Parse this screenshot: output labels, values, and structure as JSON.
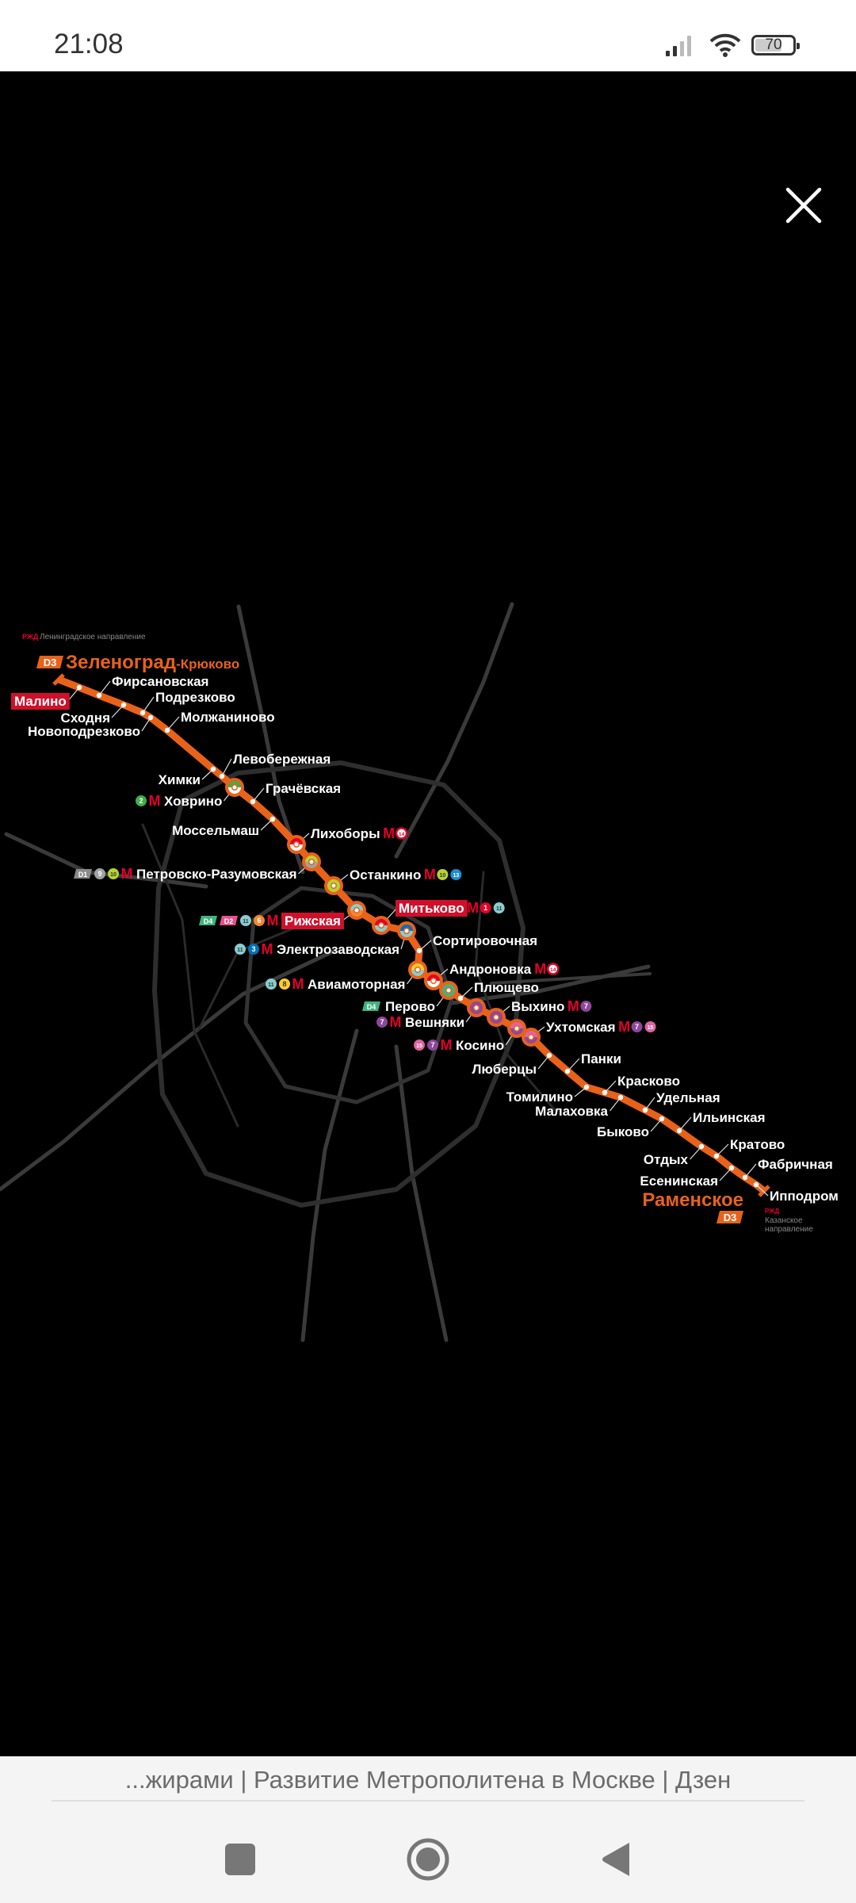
{
  "status_bar": {
    "time": "21:08",
    "battery": "70",
    "icons": [
      "signal-icon",
      "wifi-icon",
      "battery-icon"
    ]
  },
  "viewer": {
    "close_icon": "close-icon"
  },
  "map": {
    "line_color": "#e8621a",
    "line_badge": "D3",
    "north_terminus": {
      "main": "Зеленоград",
      "suffix": "-Крюково"
    },
    "south_terminus": "Раменское",
    "north_direction": "Ленинградское направление",
    "south_direction": [
      "Казанское",
      "направление"
    ],
    "rzd_logo": "РЖД",
    "stations": [
      {
        "name": "Малино",
        "highlight": true
      },
      {
        "name": "Фирсановская"
      },
      {
        "name": "Сходня"
      },
      {
        "name": "Подрезково"
      },
      {
        "name": "Новоподрезково"
      },
      {
        "name": "Молжаниново"
      },
      {
        "name": "Химки"
      },
      {
        "name": "Левобережная"
      },
      {
        "name": "Ховрино",
        "transfers": [
          "2",
          "M"
        ],
        "ring": [
          "#3fae49",
          "#ffffff"
        ]
      },
      {
        "name": "Грачёвская"
      },
      {
        "name": "Моссельмаш"
      },
      {
        "name": "Лихоборы",
        "transfers": [
          "M",
          "14"
        ],
        "ring": [
          "#e4002b",
          "#ffffff"
        ]
      },
      {
        "name": "Петровско-Разумовская",
        "transfers": [
          "D1",
          "9",
          "10",
          "M"
        ],
        "ring": [
          "#b5d334",
          "#a1a2a3"
        ]
      },
      {
        "name": "Останкино",
        "transfers": [
          "M",
          "10",
          "13"
        ],
        "ring": [
          "#b5d334",
          "#b5d334"
        ]
      },
      {
        "name": "Рижская",
        "highlight": true,
        "transfers": [
          "D4",
          "D2",
          "11",
          "6",
          "M"
        ],
        "ring": [
          "#88cdcf",
          "#f58631"
        ]
      },
      {
        "name": "Митьково",
        "highlight": true,
        "transfers": [
          "M",
          "1",
          "11"
        ],
        "ring": [
          "#e4002b",
          "#88cdcf"
        ]
      },
      {
        "name": "Электрозаводская",
        "transfers": [
          "11",
          "3",
          "M"
        ],
        "ring": [
          "#0072ba",
          "#88cdcf"
        ]
      },
      {
        "name": "Сортировочная"
      },
      {
        "name": "Авиамоторная",
        "transfers": [
          "11",
          "8",
          "M"
        ],
        "ring": [
          "#ffcb31",
          "#88cdcf"
        ]
      },
      {
        "name": "Андроновка",
        "transfers": [
          "M",
          "14"
        ],
        "ring": [
          "#e4002b",
          "#ffffff"
        ]
      },
      {
        "name": "Перово",
        "transfers": [
          "D4"
        ],
        "ring": [
          "#41b47d",
          "#41b47d"
        ]
      },
      {
        "name": "Плющево"
      },
      {
        "name": "Вешняки",
        "transfers": [
          "7",
          "M"
        ],
        "ring": [
          "#8e479c",
          "#8e479c"
        ]
      },
      {
        "name": "Выхино",
        "transfers": [
          "M",
          "7"
        ],
        "ring": [
          "#8e479c",
          "#8e479c"
        ]
      },
      {
        "name": "Косино",
        "transfers": [
          "15",
          "7",
          "M"
        ],
        "ring": [
          "#de64a1",
          "#8e479c"
        ]
      },
      {
        "name": "Ухтомская",
        "transfers": [
          "M",
          "7",
          "15"
        ],
        "ring": [
          "#de64a1",
          "#8e479c"
        ]
      },
      {
        "name": "Люберцы"
      },
      {
        "name": "Панки"
      },
      {
        "name": "Томилино"
      },
      {
        "name": "Красково"
      },
      {
        "name": "Малаховка"
      },
      {
        "name": "Удельная"
      },
      {
        "name": "Быково"
      },
      {
        "name": "Ильинская"
      },
      {
        "name": "Отдых"
      },
      {
        "name": "Кратово"
      },
      {
        "name": "Есенинская"
      },
      {
        "name": "Фабричная"
      },
      {
        "name": "Ипподром"
      }
    ],
    "badge_colors": {
      "1": "#e4002b",
      "2": "#3fae49",
      "3": "#0072ba",
      "6": "#f58631",
      "7": "#8e479c",
      "8": "#ffcb31",
      "9": "#a1a2a3",
      "10": "#b5d334",
      "11": "#88cdcf",
      "13": "#1a8fd6",
      "14": "#ffffff",
      "15": "#de64a1",
      "D1": "#8a8a8a",
      "D2": "#e94f8a",
      "D4": "#41b47d",
      "M": "#e4002b"
    }
  },
  "caption": "...жирами | Развитие Метрополитена в Москве | Дзен",
  "nav": {
    "recents": "recents-icon",
    "home": "home-icon",
    "back": "back-icon"
  }
}
